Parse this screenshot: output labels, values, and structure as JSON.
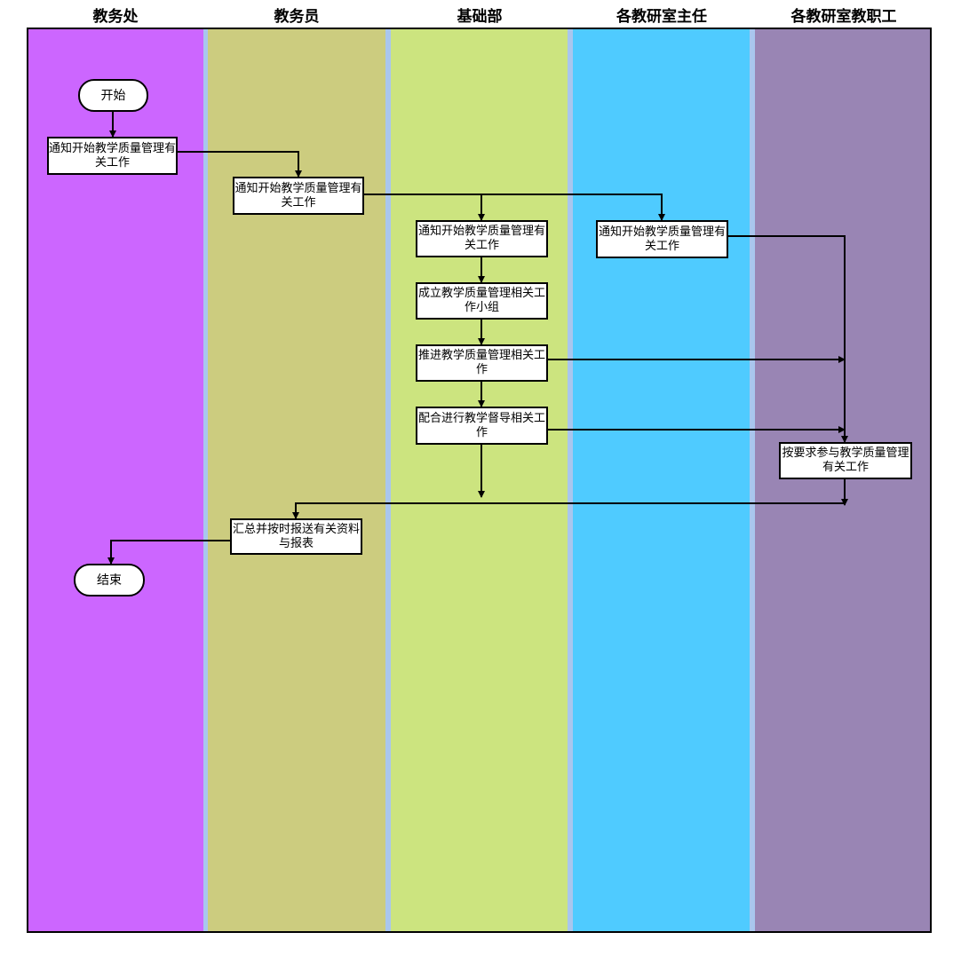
{
  "lanes": [
    {
      "title": "教务处",
      "color": "#cc66ff"
    },
    {
      "title": "教务员",
      "color": "#cccc7f"
    },
    {
      "title": "基础部",
      "color": "#cce47f"
    },
    {
      "title": "各教研室主任",
      "color": "#4fcbff"
    },
    {
      "title": "各教研室教职工",
      "color": "#9985b4"
    }
  ],
  "nodes": {
    "start": "开始",
    "office_notify": "通知开始教学质量管理有关工作",
    "clerk_notify": "通知开始教学质量管理有关工作",
    "dept_notify": "通知开始教学质量管理有关工作",
    "director_notify": "通知开始教学质量管理有关工作",
    "form_group": "成立教学质量管理相关工作小组",
    "promote": "推进教学质量管理相关工作",
    "cooperate": "配合进行教学督导相关工作",
    "staff_participate": "按要求参与教学质量管理有关工作",
    "summarize": "汇总并按时报送有关资料与报表",
    "end": "结束"
  }
}
